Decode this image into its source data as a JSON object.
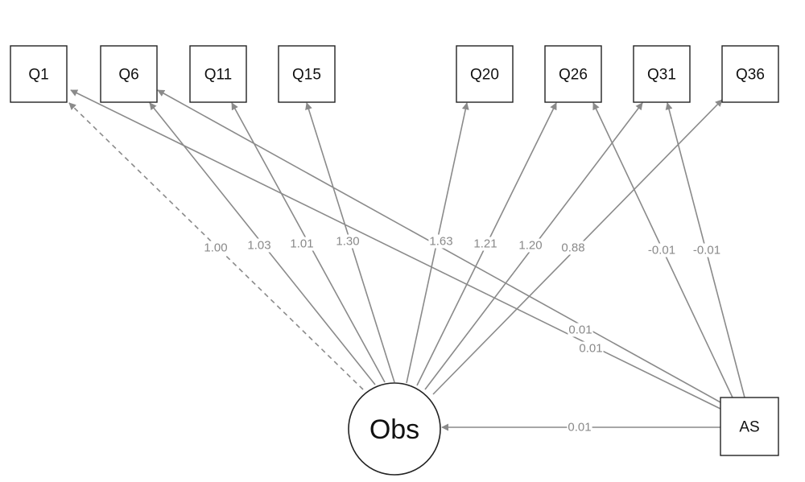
{
  "colors": {
    "edge": "#8a8a8a",
    "node_stroke": "#222222",
    "label": "#8a8a8a"
  },
  "nodes": {
    "indicators": [
      "Q1",
      "Q6",
      "Q11",
      "Q15",
      "Q20",
      "Q26",
      "Q31",
      "Q36"
    ],
    "latent": "Obs",
    "method": "AS"
  },
  "paths": [
    {
      "from": "Obs",
      "to": "Q1",
      "label": "1.00",
      "fixed": true
    },
    {
      "from": "Obs",
      "to": "Q6",
      "label": "1.03"
    },
    {
      "from": "Obs",
      "to": "Q11",
      "label": "1.01"
    },
    {
      "from": "Obs",
      "to": "Q15",
      "label": "1.30"
    },
    {
      "from": "Obs",
      "to": "Q20",
      "label": "1.63"
    },
    {
      "from": "Obs",
      "to": "Q26",
      "label": "1.21"
    },
    {
      "from": "Obs",
      "to": "Q31",
      "label": "1.20"
    },
    {
      "from": "Obs",
      "to": "Q36",
      "label": "0.88"
    },
    {
      "from": "AS",
      "to": "Q26",
      "label": "-0.01"
    },
    {
      "from": "AS",
      "to": "Q31",
      "label": "-0.01"
    },
    {
      "from": "AS",
      "to": "Q6",
      "label": "0.01"
    },
    {
      "from": "AS",
      "to": "Q1",
      "label": "0.01"
    },
    {
      "from": "AS",
      "to": "Obs",
      "label": "0.01"
    }
  ]
}
